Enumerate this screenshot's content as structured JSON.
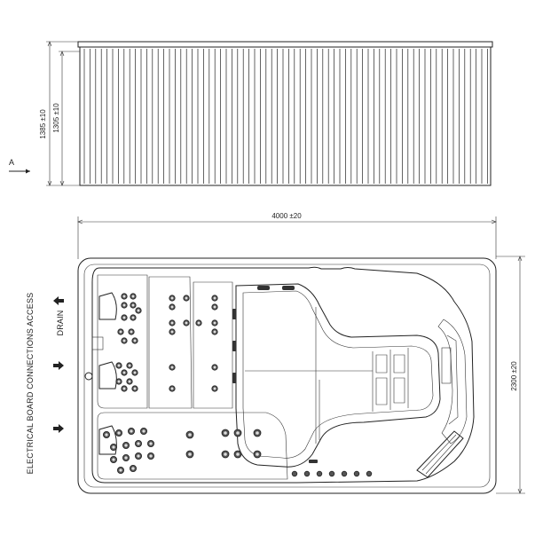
{
  "view_label": "A",
  "dimensions": {
    "outer_height": "1385 ±10",
    "inner_height": "1305 ±10",
    "length": "4000 ±20",
    "width": "2300 ±20"
  },
  "side_labels": {
    "electrical": "ELECTRICAL BOARD CONNECTIONS ACCESS",
    "drain": "DRAIN"
  },
  "colors": {
    "line": "#222222",
    "background": "#ffffff",
    "jet": "#555555"
  },
  "icons": [
    "arrow-left-icon",
    "arrow-right-icon"
  ]
}
